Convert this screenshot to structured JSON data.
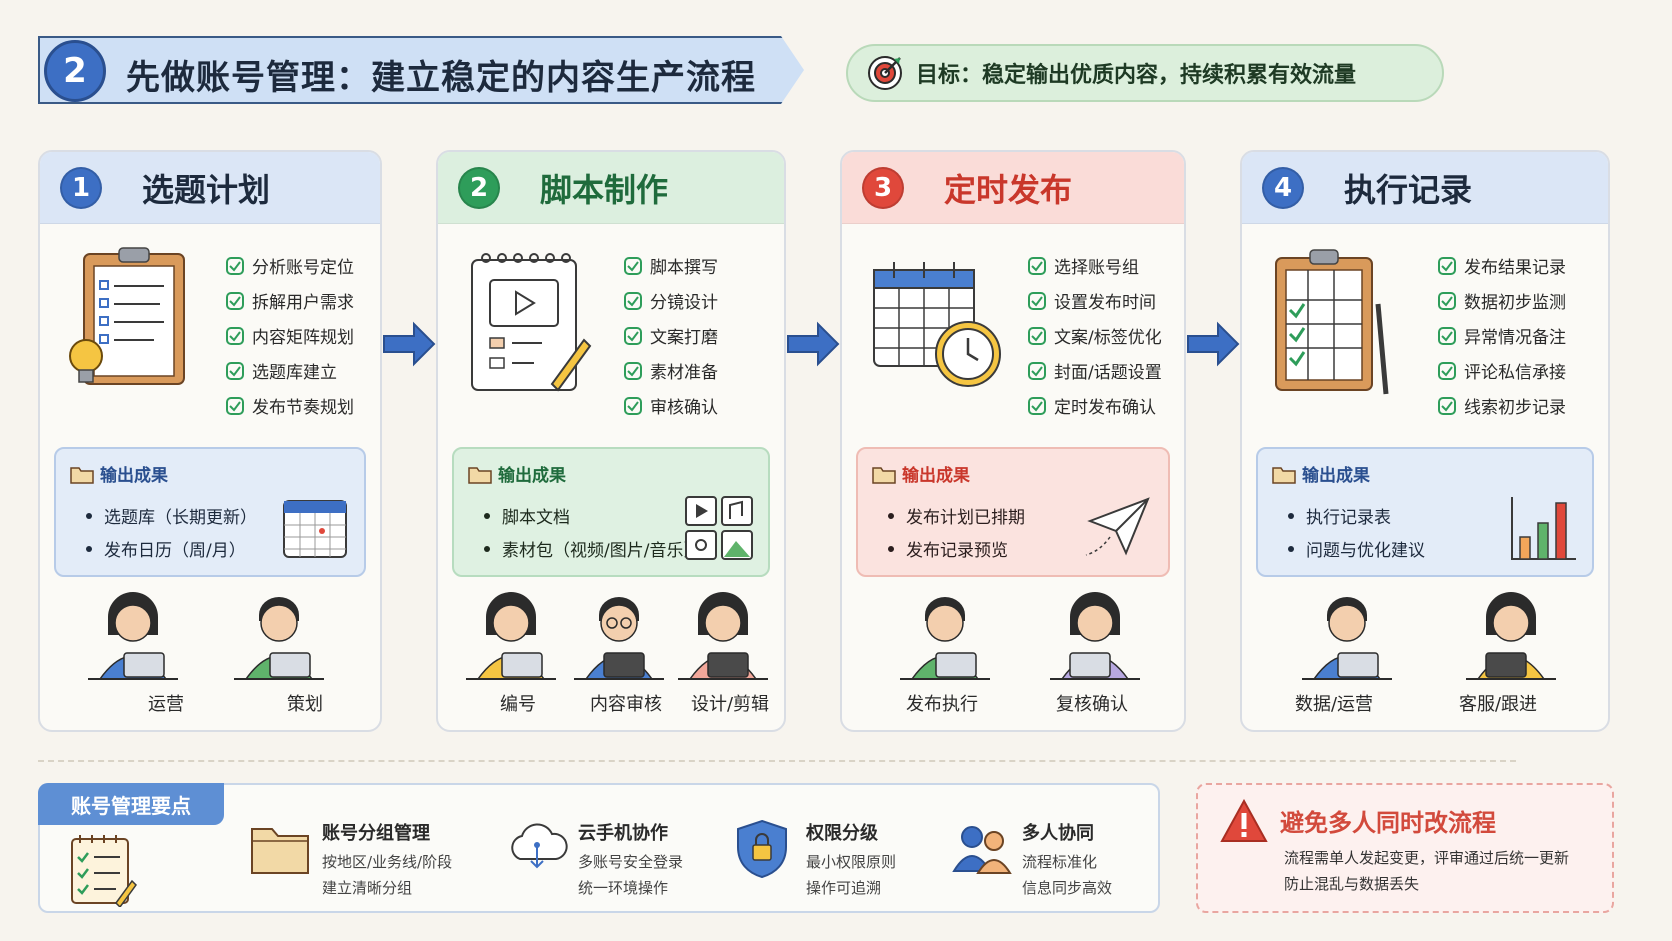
{
  "header": {
    "badge": "2",
    "title": "先做账号管理：建立稳定的内容生产流程",
    "goal": "目标：稳定输出优质内容，持续积累有效流量"
  },
  "colors": {
    "blue": "#3d6fc4",
    "green": "#2e9d5a",
    "red": "#e0483b",
    "navy": "#2a4f8f"
  },
  "steps": [
    {
      "num": "1",
      "title": "选题计划",
      "checks": [
        "分析账号定位",
        "拆解用户需求",
        "内容矩阵规划",
        "选题库建立",
        "发布节奏规划"
      ],
      "output_title": "输出成果",
      "outputs": [
        "选题库（长期更新）",
        "发布日历（周/月）"
      ],
      "roles": [
        "运营",
        "策划"
      ]
    },
    {
      "num": "2",
      "title": "脚本制作",
      "checks": [
        "脚本撰写",
        "分镜设计",
        "文案打磨",
        "素材准备",
        "审核确认"
      ],
      "output_title": "输出成果",
      "outputs": [
        "脚本文档",
        "素材包（视频/图片/音乐）"
      ],
      "roles": [
        "编号",
        "内容审核",
        "设计/剪辑"
      ]
    },
    {
      "num": "3",
      "title": "定时发布",
      "checks": [
        "选择账号组",
        "设置发布时间",
        "文案/标签优化",
        "封面/话题设置",
        "定时发布确认"
      ],
      "output_title": "输出成果",
      "outputs": [
        "发布计划已排期",
        "发布记录预览"
      ],
      "roles": [
        "发布执行",
        "复核确认"
      ]
    },
    {
      "num": "4",
      "title": "执行记录",
      "checks": [
        "发布结果记录",
        "数据初步监测",
        "异常情况备注",
        "评论私信承接",
        "线索初步记录"
      ],
      "output_title": "输出成果",
      "outputs": [
        "执行记录表",
        "问题与优化建议"
      ],
      "roles": [
        "数据/运营",
        "客服/跟进"
      ]
    }
  ],
  "points": {
    "tag": "账号管理要点",
    "items": [
      {
        "title": "账号分组管理",
        "line1": "按地区/业务线/阶段",
        "line2": "建立清晰分组",
        "icon": "folder-icon"
      },
      {
        "title": "云手机协作",
        "line1": "多账号安全登录",
        "line2": "统一环境操作",
        "icon": "cloud-icon"
      },
      {
        "title": "权限分级",
        "line1": "最小权限原则",
        "line2": "操作可追溯",
        "icon": "shield-lock-icon"
      },
      {
        "title": "多人协同",
        "line1": "流程标准化",
        "line2": "信息同步高效",
        "icon": "team-icon"
      }
    ]
  },
  "warning": {
    "title": "避免多人同时改流程",
    "line1": "流程需单人发起变更，评审通过后统一更新",
    "line2": "防止混乱与数据丢失"
  }
}
